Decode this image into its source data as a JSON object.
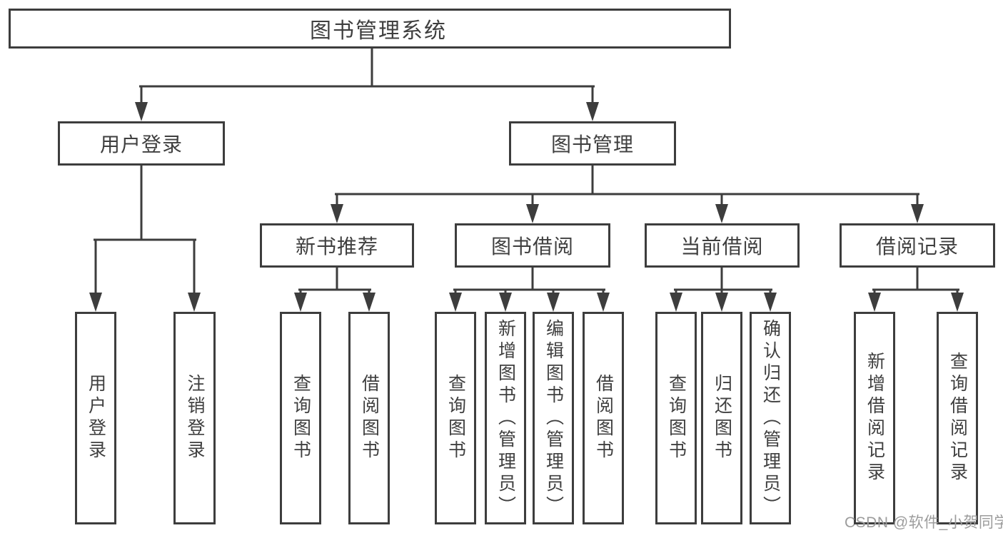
{
  "diagram": {
    "root": {
      "label": "图书管理系统"
    },
    "level2": [
      {
        "label": "用户登录"
      },
      {
        "label": "图书管理"
      }
    ],
    "level3": [
      {
        "label": "新书推荐"
      },
      {
        "label": "图书借阅"
      },
      {
        "label": "当前借阅"
      },
      {
        "label": "借阅记录"
      }
    ],
    "leaves": {
      "user_login": [
        "用户登录",
        "注销登录"
      ],
      "new_book": [
        "查询图书",
        "借阅图书"
      ],
      "book_borrow": [
        "查询图书",
        "新增图书（管理员）",
        "编辑图书（管理员）",
        "借阅图书"
      ],
      "current_borrow": [
        "查询图书",
        "归还图书",
        "确认归还（管理员）"
      ],
      "borrow_records": [
        "新增借阅记录",
        "查询借阅记录"
      ]
    }
  },
  "watermark": {
    "text": "CSDN @软件_小贺同学"
  },
  "colors": {
    "line": "#3d3d3d",
    "text": "#3f3f3f",
    "watermark_text": "#9c9c9c",
    "background": "#ffffff"
  }
}
